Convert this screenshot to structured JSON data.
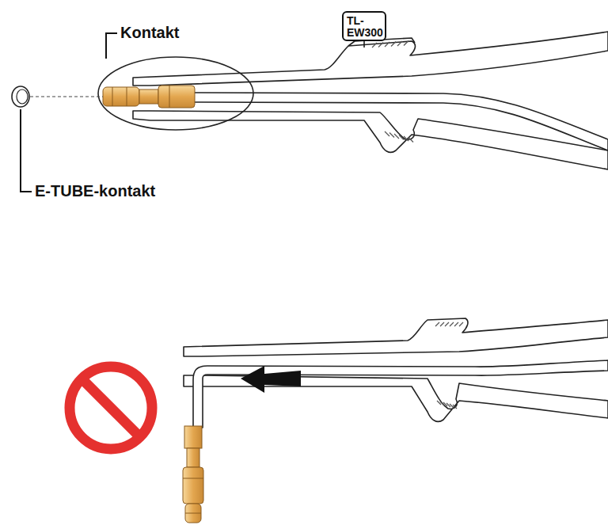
{
  "diagram": {
    "nodes": [
      {
        "text": [
          "TL- EW300"
        ]
      }
    ],
    "labels": [
      "Kontakt",
      "E-TUBE-kontakt"
    ]
  }
}
